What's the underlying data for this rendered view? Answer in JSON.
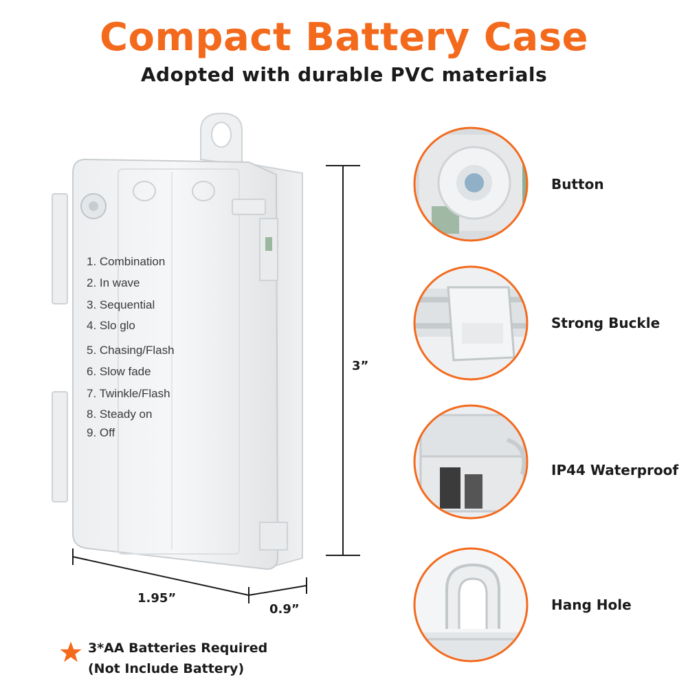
{
  "header": {
    "title": "Compact Battery Case",
    "subtitle": "Adopted with durable PVC materials"
  },
  "case_print": {
    "modes": [
      "1. Combination",
      "2. In wave",
      "3. Sequential",
      "4. Slo glo",
      "5. Chasing/Flash",
      "6. Slow fade",
      "7. Twinkle/Flash",
      "8. Steady on",
      "9. Off"
    ]
  },
  "dimensions": {
    "height": "3”",
    "width": "1.95”",
    "depth": "0.9”"
  },
  "features": [
    {
      "label": "Button",
      "icon": "button-closeup"
    },
    {
      "label": "Strong Buckle",
      "icon": "buckle-closeup"
    },
    {
      "label": "IP44 Waterproof",
      "icon": "waterproof-closeup"
    },
    {
      "label": "Hang Hole",
      "icon": "hang-hole-closeup"
    }
  ],
  "note": {
    "line1": "3*AA Batteries Required",
    "line2": "(Not Include Battery)",
    "icon": "star-icon"
  },
  "colors": {
    "accent": "#f36a1d",
    "text": "#1a1a1a"
  }
}
